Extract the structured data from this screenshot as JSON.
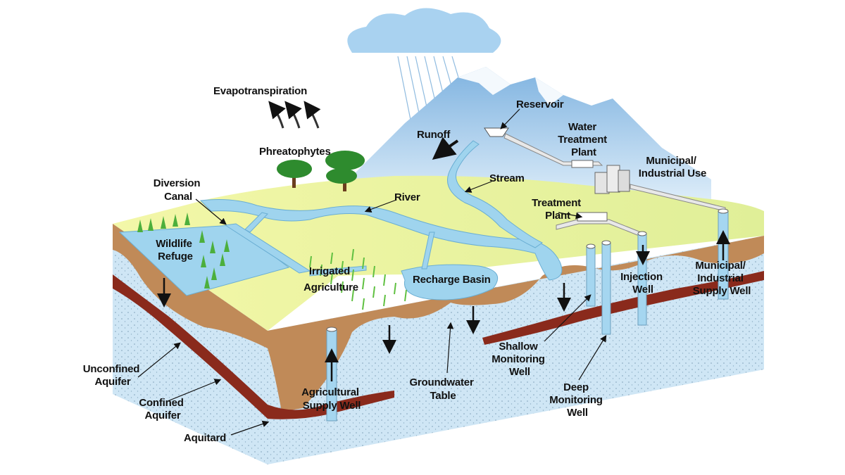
{
  "labels": {
    "evapotranspiration": "Evapotranspiration",
    "reservoir": "Reservoir",
    "runoff": "Runoff",
    "water_treatment_plant": [
      "Water",
      "Treatment",
      "Plant"
    ],
    "phreatophytes": "Phreatophytes",
    "municipal_industrial_use": [
      "Municipal/",
      "Industrial Use"
    ],
    "stream": "Stream",
    "diversion_canal": [
      "Diversion",
      "Canal"
    ],
    "river": "River",
    "treatment_plant": [
      "Treatment",
      "Plant"
    ],
    "wildlife_refuge": [
      "Wildlife",
      "Refuge"
    ],
    "irrigated_agriculture": [
      "Irrigated",
      "Agriculture"
    ],
    "recharge_basin": "Recharge Basin",
    "injection_well": [
      "Injection",
      "Well"
    ],
    "municipal_industrial_supply_well": [
      "Municipal/",
      "Industrial",
      "Supply Well"
    ],
    "shallow_monitoring_well": [
      "Shallow",
      "Monitoring",
      "Well"
    ],
    "unconfined_aquifer": [
      "Unconfined",
      "Aquifer"
    ],
    "groundwater_table": [
      "Groundwater",
      "Table"
    ],
    "deep_monitoring_well": [
      "Deep",
      "Monitoring",
      "Well"
    ],
    "confined_aquifer": [
      "Confined",
      "Aquifer"
    ],
    "agricultural_supply_well": [
      "Agricultural",
      "Supply Well"
    ],
    "aquitard": "Aquitard"
  },
  "colors": {
    "land_surface": "#eef39a",
    "water": "#9fd4ee",
    "aquifer": "#cfe6f5",
    "soil": "#c08a58",
    "aquitard": "#8a2a1c",
    "mountain": "#b4d2ee",
    "tree": "#2e8b2e",
    "crop": "#5fc040"
  }
}
